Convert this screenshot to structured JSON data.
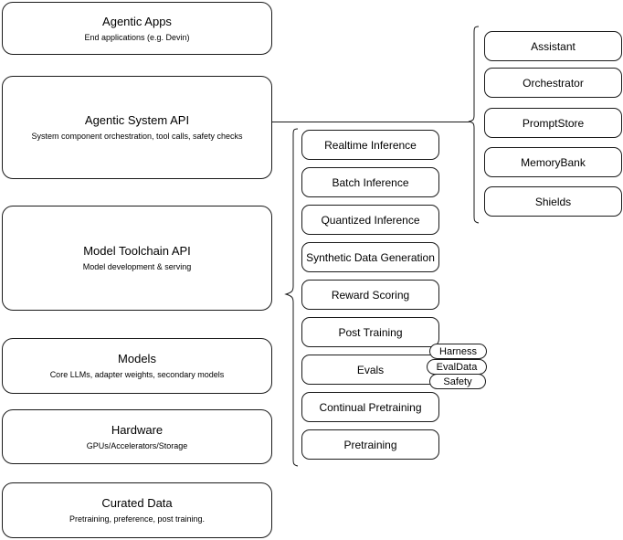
{
  "diagram": {
    "title": "LLM Stack Architecture Diagram",
    "stroke_color": "#1a1a1a",
    "background_color": "#ffffff"
  },
  "left_stack": {
    "name": "platform-layers",
    "layers": [
      {
        "title": "Agentic Apps",
        "subtitle": "End applications (e.g. Devin)"
      },
      {
        "title": "Agentic System API",
        "subtitle": "System component orchestration, tool calls, safety checks"
      },
      {
        "title": "Model Toolchain API",
        "subtitle": "Model development & serving"
      },
      {
        "title": "Models",
        "subtitle": "Core LLMs, adapter weights, secondary models"
      },
      {
        "title": "Hardware",
        "subtitle": "GPUs/Accelerators/Storage"
      },
      {
        "title": "Curated Data",
        "subtitle": "Pretraining, preference, post training."
      }
    ]
  },
  "middle_group": {
    "name": "model-toolchain-capabilities",
    "items": [
      {
        "label": "Realtime Inference"
      },
      {
        "label": "Batch Inference"
      },
      {
        "label": "Quantized Inference"
      },
      {
        "label": "Synthetic Data Generation"
      },
      {
        "label": "Reward Scoring"
      },
      {
        "label": "Post Training"
      },
      {
        "label": "Evals"
      },
      {
        "label": "Continual Pretraining"
      },
      {
        "label": "Pretraining"
      }
    ]
  },
  "evals_subitems": {
    "name": "evals-components",
    "items": [
      {
        "label": "Harness"
      },
      {
        "label": "EvalData"
      },
      {
        "label": "Safety"
      }
    ]
  },
  "right_group": {
    "name": "agentic-system-components",
    "items": [
      {
        "label": "Assistant"
      },
      {
        "label": "Orchestrator"
      },
      {
        "label": "PromptStore"
      },
      {
        "label": "MemoryBank"
      },
      {
        "label": "Shields"
      }
    ]
  }
}
